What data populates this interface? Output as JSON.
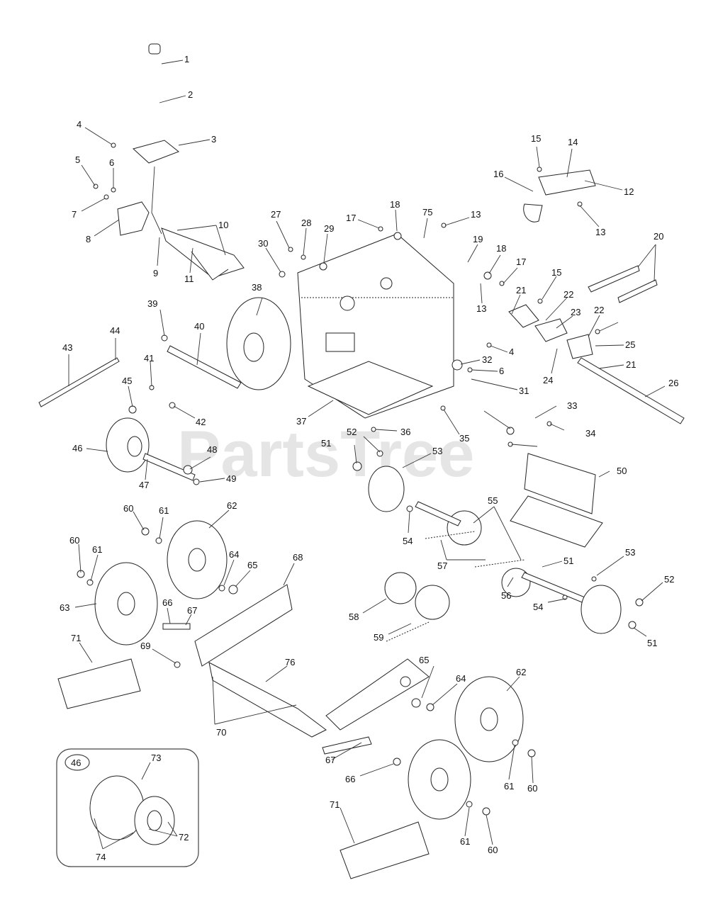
{
  "watermark": "PartsTree",
  "inset": {
    "ref": "46",
    "parts": [
      "73",
      "72",
      "74"
    ]
  },
  "callouts": [
    "1",
    "2",
    "3",
    "4",
    "5",
    "6",
    "7",
    "8",
    "9",
    "10",
    "11",
    "12",
    "13",
    "14",
    "15",
    "16",
    "17",
    "18",
    "19",
    "20",
    "21",
    "22",
    "23",
    "24",
    "25",
    "26",
    "27",
    "28",
    "29",
    "30",
    "31",
    "32",
    "33",
    "34",
    "35",
    "36",
    "37",
    "38",
    "39",
    "40",
    "41",
    "42",
    "43",
    "44",
    "45",
    "46",
    "47",
    "48",
    "49",
    "50",
    "51",
    "52",
    "53",
    "54",
    "55",
    "56",
    "57",
    "58",
    "59",
    "60",
    "61",
    "62",
    "63",
    "64",
    "65",
    "66",
    "67",
    "68",
    "69",
    "70",
    "71",
    "72",
    "73",
    "74",
    "75",
    "76"
  ],
  "repeated_callouts": [
    "13",
    "13",
    "15",
    "17",
    "18",
    "21",
    "22",
    "4",
    "6",
    "51",
    "51",
    "52",
    "53",
    "54",
    "60",
    "60",
    "60",
    "61",
    "61",
    "61",
    "62",
    "64",
    "65",
    "66",
    "67",
    "71"
  ]
}
